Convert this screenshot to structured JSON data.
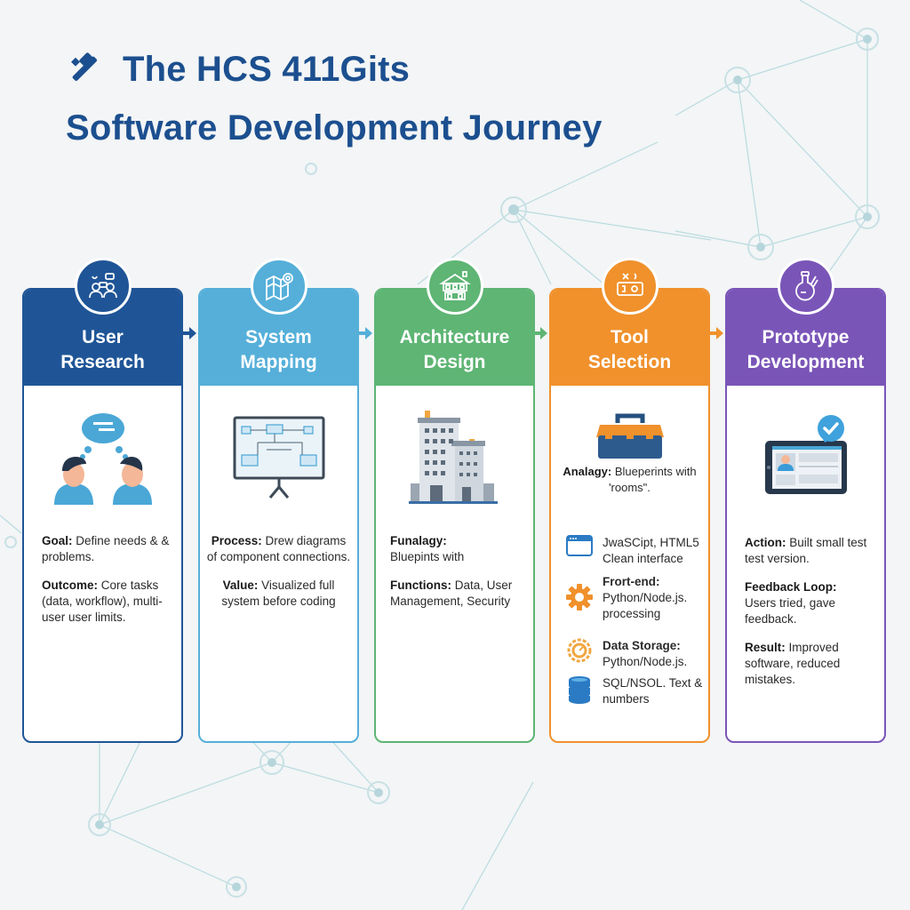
{
  "title": {
    "line1": "The HCS 411Gits",
    "line2": "Software Development Journey",
    "icon": "tools-icon",
    "color": "#1c4f8f"
  },
  "stages": [
    {
      "id": "user-research",
      "title_line1": "User",
      "title_line2": "Research",
      "color": "#1f5597",
      "badge_icon": "user-collaboration-icon",
      "illustration": "two-people-chatting-illustration",
      "items": [
        {
          "label": "Goal:",
          "text": "Define needs & & problems."
        },
        {
          "label": "Outcome:",
          "text": "Core tasks (data, workflow), multi-user user limits."
        }
      ]
    },
    {
      "id": "system-mapping",
      "title_line1": "System",
      "title_line2": "Mapping",
      "color": "#55afd9",
      "badge_icon": "map-pin-icon",
      "illustration": "whiteboard-diagram-illustration",
      "items": [
        {
          "label": "Process:",
          "text": "Drew diagrams of component connections."
        },
        {
          "label": "Value:",
          "text": "Visualized full system before coding"
        }
      ]
    },
    {
      "id": "architecture-design",
      "title_line1": "Architecture",
      "title_line2": "Design",
      "color": "#5eb574",
      "badge_icon": "building-blueprint-icon",
      "illustration": "office-buildings-illustration",
      "items": [
        {
          "label": "Funalagy:",
          "text": "Bluepints with"
        },
        {
          "label": "Functions:",
          "text": "Data, User Management, Security"
        }
      ]
    },
    {
      "id": "tool-selection",
      "title_line1": "Tool",
      "title_line2": "Selection",
      "color": "#f0912c",
      "badge_icon": "toolkit-icon",
      "illustration": "toolbox-illustration",
      "analogy": {
        "label": "Analagy:",
        "text": "Blueperints with 'rooms\"."
      },
      "tools": [
        {
          "icon": "browser-window-icon",
          "label": "",
          "text": "JwaSCipt, HTML5 Clean interface"
        },
        {
          "icon": "gear-icon",
          "label": "Frort-end:",
          "text": "Python/Node.js. processing"
        },
        {
          "icon": "storage-gear-icon",
          "label": "Data Storage:",
          "text": "Python/Node.js."
        },
        {
          "icon": "database-icon",
          "label": "",
          "text": "SQL/NSOL. Text & numbers"
        }
      ]
    },
    {
      "id": "prototype-development",
      "title_line1": "Prototype",
      "title_line2": "Development",
      "color": "#7a55b8",
      "badge_icon": "flask-icon",
      "illustration": "tablet-checkmark-illustration",
      "items": [
        {
          "label": "Action:",
          "text": "Built small test test version."
        },
        {
          "label": "Feedback Loop:",
          "text": "Users tried, gave feedback."
        },
        {
          "label": "Result:",
          "text": "Improved software, reduced mistakes."
        }
      ]
    }
  ]
}
